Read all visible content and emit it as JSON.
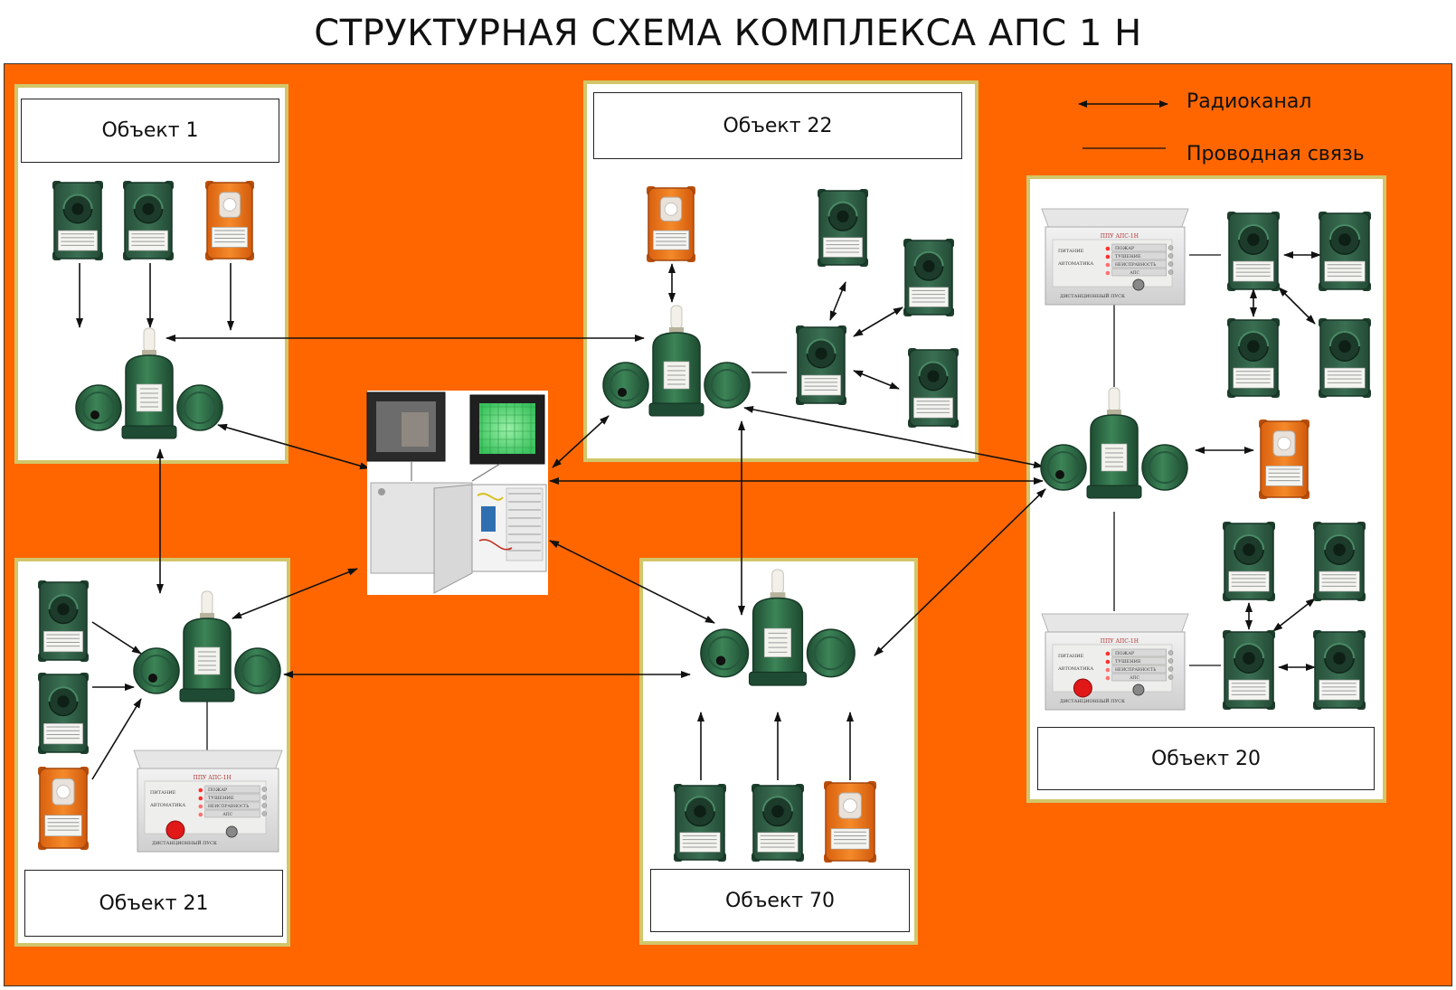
{
  "title": "СТРУКТУРНАЯ СХЕМА КОМПЛЕКСА АПС 1 Н",
  "legend": {
    "radio": "Радиоканал",
    "wired": "Проводная связь"
  },
  "objects": [
    {
      "id": "obj1",
      "label": "Объект 1"
    },
    {
      "id": "obj22",
      "label": "Объект 22"
    },
    {
      "id": "obj20",
      "label": "Объект 20"
    },
    {
      "id": "obj21",
      "label": "Объект 21"
    },
    {
      "id": "obj70",
      "label": "Объект 70"
    }
  ],
  "panel_text": {
    "brand": "ППУ АПС-1Н",
    "r1": "ПИТАНИЕ",
    "r2": "АВТОМАТИКА",
    "s1": "ПОЖАР",
    "s2": "ТУШЕНИЕ",
    "s3": "НЕИСПРАВНОСТЬ",
    "s4": "АПС",
    "bottom": "ДИСТАНЦИОННЫЙ ПУСК"
  },
  "colors": {
    "background": "#ff6600",
    "object_border": "#d2c66a",
    "detector_green": "#2f6b4a",
    "detector_orange": "#f07a1a",
    "node_green": "#2e6e3e",
    "arrow": "#111111"
  }
}
